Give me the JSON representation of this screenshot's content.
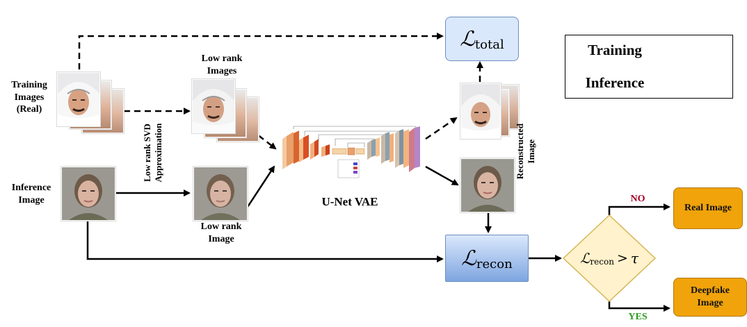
{
  "labels": {
    "training_images": [
      "Training",
      "Images",
      "(Real)"
    ],
    "low_rank_images": [
      "Low rank",
      "Images"
    ],
    "inference_image": [
      "Inference",
      "Image"
    ],
    "low_rank_image": [
      "Low rank",
      "Image"
    ],
    "svd_approx": [
      "Low rank SVD",
      "Approximation"
    ],
    "unet_vae": "U-Net VAE",
    "reconstructed_image": [
      "Reconstructed",
      "Image"
    ],
    "no": "NO",
    "yes": "YES",
    "real_image": "Real Image",
    "deepfake_image": [
      "Deepfake",
      "Image"
    ]
  },
  "losses": {
    "total_symbol": "ℒ",
    "total_subscript": "total",
    "recon_symbol": "ℒ",
    "recon_subscript": "recon",
    "decision_symbol": "ℒ",
    "decision_subscript": "recon",
    "decision_operator": ">",
    "decision_threshold": "τ"
  },
  "legend": {
    "training": "Training",
    "inference": "Inference"
  },
  "colors": {
    "loss_total_fill": "#dae8fc",
    "loss_total_border": "#6c8ebf",
    "loss_recon_top": "#dae8fc",
    "loss_recon_bottom": "#7ea6e0",
    "decision_fill": "#fff2cc",
    "decision_border": "#d6b656",
    "output_fill": "#f0a30a",
    "no_color": "#a20025",
    "yes_color": "#2d9a1f"
  }
}
